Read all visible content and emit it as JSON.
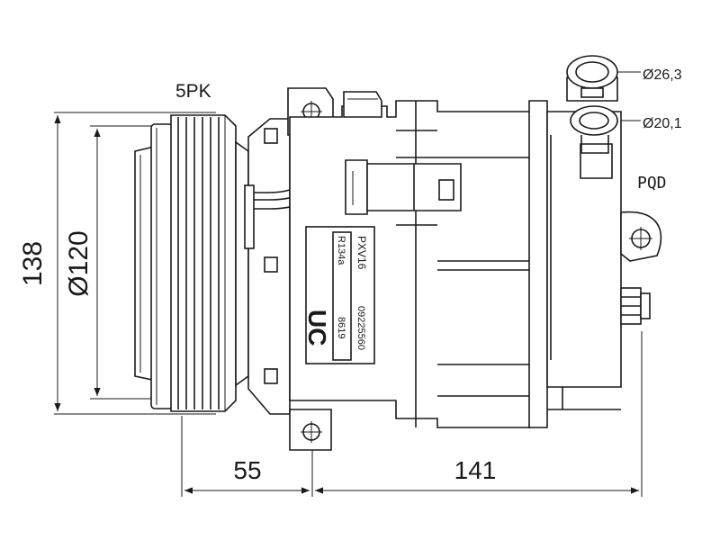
{
  "dimensions": {
    "pulley": "5PK",
    "height": "138",
    "pulley_diameter": "Ø120",
    "offset": "55",
    "length": "141",
    "port_large": "Ø26,3",
    "port_small": "Ø20,1",
    "port_type": "PQD"
  },
  "label": {
    "model": "PXV16",
    "refrigerant": "R134a",
    "part_number": "09225560",
    "code": "8619",
    "mark": "UC"
  },
  "colors": {
    "line": "#1a1a1a",
    "background": "#ffffff"
  }
}
